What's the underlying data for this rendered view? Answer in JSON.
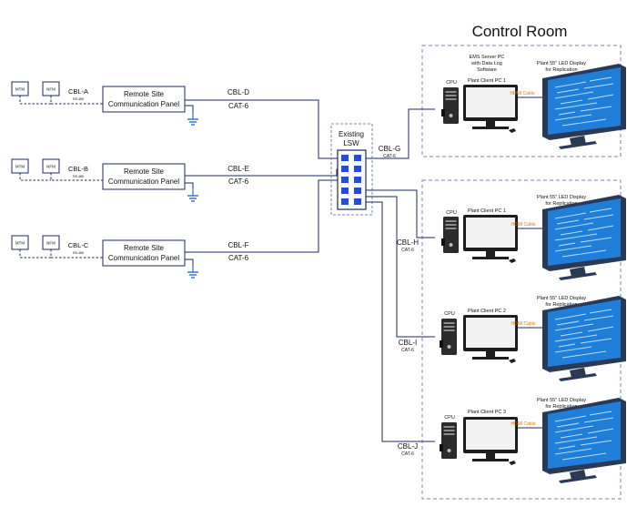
{
  "title": "Control Room",
  "meter_labels": {
    "mtm": "MTM",
    "nfm": "NFM"
  },
  "sites": [
    {
      "cable_in": "CBL-A",
      "cable_in_sub": "RS-485",
      "panel_line1": "Remote Site",
      "panel_line2": "Communication Panel",
      "cable_out": "CBL-D",
      "cable_out_type": "CAT-6"
    },
    {
      "cable_in": "CBL-B",
      "cable_in_sub": "RS-485",
      "panel_line1": "Remote Site",
      "panel_line2": "Communication Panel",
      "cable_out": "CBL-E",
      "cable_out_type": "CAT-6"
    },
    {
      "cable_in": "CBL-C",
      "cable_in_sub": "RS-485",
      "panel_line1": "Remote Site",
      "panel_line2": "Communication Panel",
      "cable_out": "CBL-F",
      "cable_out_type": "CAT-6"
    }
  ],
  "switch": {
    "line1": "Existing",
    "line2": "LSW"
  },
  "server": {
    "note_line1": "EMS Server PC",
    "note_line2": "with Data Log",
    "note_line3": "Software",
    "pc_label": "Plant Client PC 1",
    "cpu_label": "CPU",
    "hdmi_label": "HDMI Cable",
    "display_line1": "Plant 55\" LED Display",
    "display_line2": "for Replication",
    "cable": "CBL-G",
    "cable_type": "CAT-6"
  },
  "clients": [
    {
      "cable": "CBL-H",
      "cable_type": "CAT-6",
      "cpu_label": "CPU",
      "pc_label": "Plant Client PC 1",
      "hdmi_label": "HDMI Cable",
      "display_line1": "Plant 55\" LED Display",
      "display_line2": "for Replication"
    },
    {
      "cable": "CBL-I",
      "cable_type": "CAT-6",
      "cpu_label": "CPU",
      "pc_label": "Plant Client PC 2",
      "hdmi_label": "HDMI Cable",
      "display_line1": "Plant 55\" LED Display",
      "display_line2": "for Replication"
    },
    {
      "cable": "CBL-J",
      "cable_type": "CAT-6",
      "cpu_label": "CPU",
      "pc_label": "Plant Client PC 3",
      "hdmi_label": "HDMI Cable",
      "display_line1": "Plant 55\" LED Display",
      "display_line2": "for Replication"
    }
  ],
  "colors": {
    "line": "#1b2a5e",
    "box_border": "#1b2a5e",
    "dashed_border": "#7a7fc0",
    "hdmi": "#e07b00",
    "screen": "#1f7fd8",
    "ground": "#2a6fd1"
  }
}
